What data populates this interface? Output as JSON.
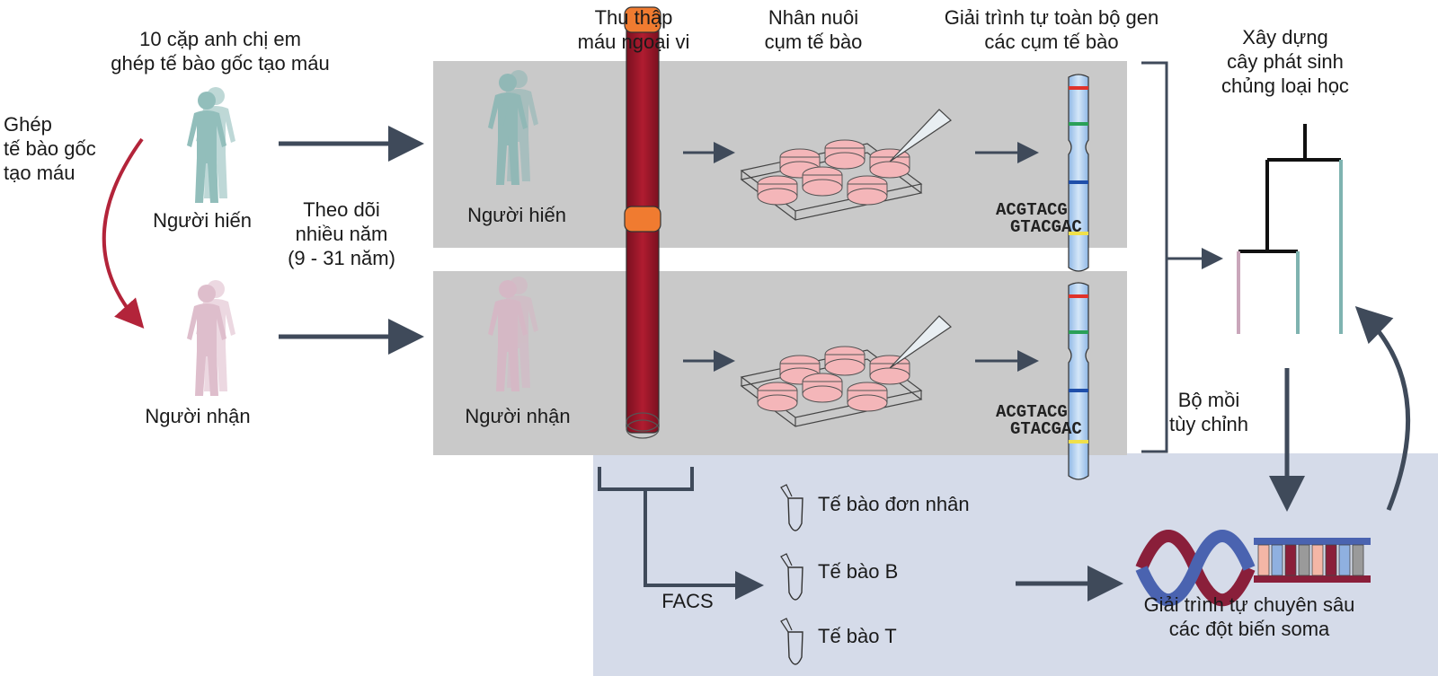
{
  "title": "10 cặp anh chị em\nghép tế bào gốc tạo máu",
  "transplant_label": "Ghép\ntế bào gốc\ntạo máu",
  "donor_label": "Người hiến",
  "recipient_label": "Người nhận",
  "followup_label": "Theo dõi\nnhiều năm\n(9 - 31 năm)",
  "step_blood": "Thu thập\nmáu ngoại vi",
  "step_culture": "Nhân nuôi\ncụm tế bào",
  "step_wgs": "Giải trình tự toàn bộ gen\ncác cụm tế bào",
  "step_phylo": "Xây dựng\ncây phát sinh\nchủng loại học",
  "box_donor_label": "Người hiến",
  "box_recipient_label": "Người nhận",
  "seq_line1": "ACGTACG",
  "seq_line2": "GTACGAC",
  "primers_label": "Bộ mồi\ntùy chỉnh",
  "facs_label": "FACS",
  "cells": [
    "Tế bào đơn nhân",
    "Tế bào B",
    "Tế bào T"
  ],
  "deep_seq_label": "Giải trình tự chuyên sâu\ncác đột biến soma",
  "colors": {
    "donor_teal": "#7fb3b0",
    "recipient_pink": "#d9b3c4",
    "arrow": "#3f4a5a",
    "red_arrow": "#b3243a",
    "gray_box": "#c9c9c9",
    "blue_panel": "#d5dbe9"
  }
}
